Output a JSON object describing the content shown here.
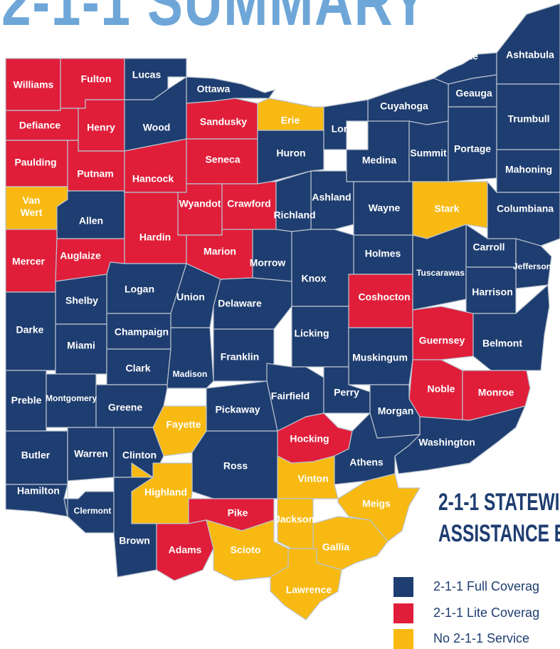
{
  "title": "2-1-1 SUMMARY",
  "statewide_title_line1": "2-1-1 STATEWI",
  "statewide_title_line2": "ASSISTANCE E",
  "colors": {
    "full": "#1e3d70",
    "lite": "#e01e3a",
    "none": "#f8ba12"
  },
  "legend": [
    {
      "label": "2-1-1 Full Coverag",
      "status": "full"
    },
    {
      "label": "2-1-1 Lite Coverag",
      "status": "lite"
    },
    {
      "label": "No 2-1-1 Service",
      "status": "none"
    }
  ],
  "counties": [
    {
      "name": "Williams",
      "status": "lite"
    },
    {
      "name": "Fulton",
      "status": "lite"
    },
    {
      "name": "Lucas",
      "status": "full"
    },
    {
      "name": "Ottawa",
      "status": "full"
    },
    {
      "name": "Lake",
      "status": "full"
    },
    {
      "name": "Ashtabula",
      "status": "full"
    },
    {
      "name": "Geauga",
      "status": "full"
    },
    {
      "name": "Defiance",
      "status": "lite"
    },
    {
      "name": "Henry",
      "status": "lite"
    },
    {
      "name": "Wood",
      "status": "full"
    },
    {
      "name": "Sandusky",
      "status": "lite"
    },
    {
      "name": "Erie",
      "status": "none"
    },
    {
      "name": "Cuyahoga",
      "status": "full"
    },
    {
      "name": "Trumbull",
      "status": "full"
    },
    {
      "name": "Lorain",
      "status": "full"
    },
    {
      "name": "Paulding",
      "status": "lite"
    },
    {
      "name": "Putnam",
      "status": "lite"
    },
    {
      "name": "Hancock",
      "status": "lite"
    },
    {
      "name": "Seneca",
      "status": "lite"
    },
    {
      "name": "Huron",
      "status": "full"
    },
    {
      "name": "Medina",
      "status": "full"
    },
    {
      "name": "Summit",
      "status": "full"
    },
    {
      "name": "Portage",
      "status": "full"
    },
    {
      "name": "Mahoning",
      "status": "full"
    },
    {
      "name": "Van Wert",
      "status": "none"
    },
    {
      "name": "Allen",
      "status": "full"
    },
    {
      "name": "Wyandot",
      "status": "lite"
    },
    {
      "name": "Crawford",
      "status": "lite"
    },
    {
      "name": "Ashland",
      "status": "full"
    },
    {
      "name": "Richland",
      "status": "full"
    },
    {
      "name": "Wayne",
      "status": "full"
    },
    {
      "name": "Stark",
      "status": "none"
    },
    {
      "name": "Columbiana",
      "status": "full"
    },
    {
      "name": "Mercer",
      "status": "lite"
    },
    {
      "name": "Auglaize",
      "status": "lite"
    },
    {
      "name": "Hardin",
      "status": "lite"
    },
    {
      "name": "Marion",
      "status": "lite"
    },
    {
      "name": "Morrow",
      "status": "full"
    },
    {
      "name": "Holmes",
      "status": "full"
    },
    {
      "name": "Carroll",
      "status": "full"
    },
    {
      "name": "Jefferson",
      "status": "full"
    },
    {
      "name": "Tuscarawas",
      "status": "full"
    },
    {
      "name": "Knox",
      "status": "full"
    },
    {
      "name": "Logan",
      "status": "full"
    },
    {
      "name": "Shelby",
      "status": "full"
    },
    {
      "name": "Union",
      "status": "full"
    },
    {
      "name": "Delaware",
      "status": "full"
    },
    {
      "name": "Coshocton",
      "status": "lite"
    },
    {
      "name": "Harrison",
      "status": "full"
    },
    {
      "name": "Darke",
      "status": "full"
    },
    {
      "name": "Champaign",
      "status": "full"
    },
    {
      "name": "Miami",
      "status": "full"
    },
    {
      "name": "Licking",
      "status": "full"
    },
    {
      "name": "Guernsey",
      "status": "lite"
    },
    {
      "name": "Belmont",
      "status": "full"
    },
    {
      "name": "Clark",
      "status": "full"
    },
    {
      "name": "Franklin",
      "status": "full"
    },
    {
      "name": "Madison",
      "status": "full"
    },
    {
      "name": "Muskingum",
      "status": "full"
    },
    {
      "name": "Preble",
      "status": "full"
    },
    {
      "name": "Montgomery",
      "status": "full"
    },
    {
      "name": "Greene",
      "status": "full"
    },
    {
      "name": "Fairfield",
      "status": "full"
    },
    {
      "name": "Perry",
      "status": "full"
    },
    {
      "name": "Noble",
      "status": "lite"
    },
    {
      "name": "Monroe",
      "status": "lite"
    },
    {
      "name": "Morgan",
      "status": "full"
    },
    {
      "name": "Pickaway",
      "status": "full"
    },
    {
      "name": "Fayette",
      "status": "none"
    },
    {
      "name": "Butler",
      "status": "full"
    },
    {
      "name": "Warren",
      "status": "full"
    },
    {
      "name": "Clinton",
      "status": "full"
    },
    {
      "name": "Hocking",
      "status": "lite"
    },
    {
      "name": "Washington",
      "status": "full"
    },
    {
      "name": "Ross",
      "status": "full"
    },
    {
      "name": "Athens",
      "status": "full"
    },
    {
      "name": "Vinton",
      "status": "none"
    },
    {
      "name": "Hamilton",
      "status": "full"
    },
    {
      "name": "Highland",
      "status": "none"
    },
    {
      "name": "Meigs",
      "status": "none"
    },
    {
      "name": "Clermont",
      "status": "full"
    },
    {
      "name": "Pike",
      "status": "lite"
    },
    {
      "name": "Jackson",
      "status": "none"
    },
    {
      "name": "Brown",
      "status": "full"
    },
    {
      "name": "Adams",
      "status": "lite"
    },
    {
      "name": "Scioto",
      "status": "none"
    },
    {
      "name": "Gallia",
      "status": "none"
    },
    {
      "name": "Lawrence",
      "status": "none"
    }
  ]
}
